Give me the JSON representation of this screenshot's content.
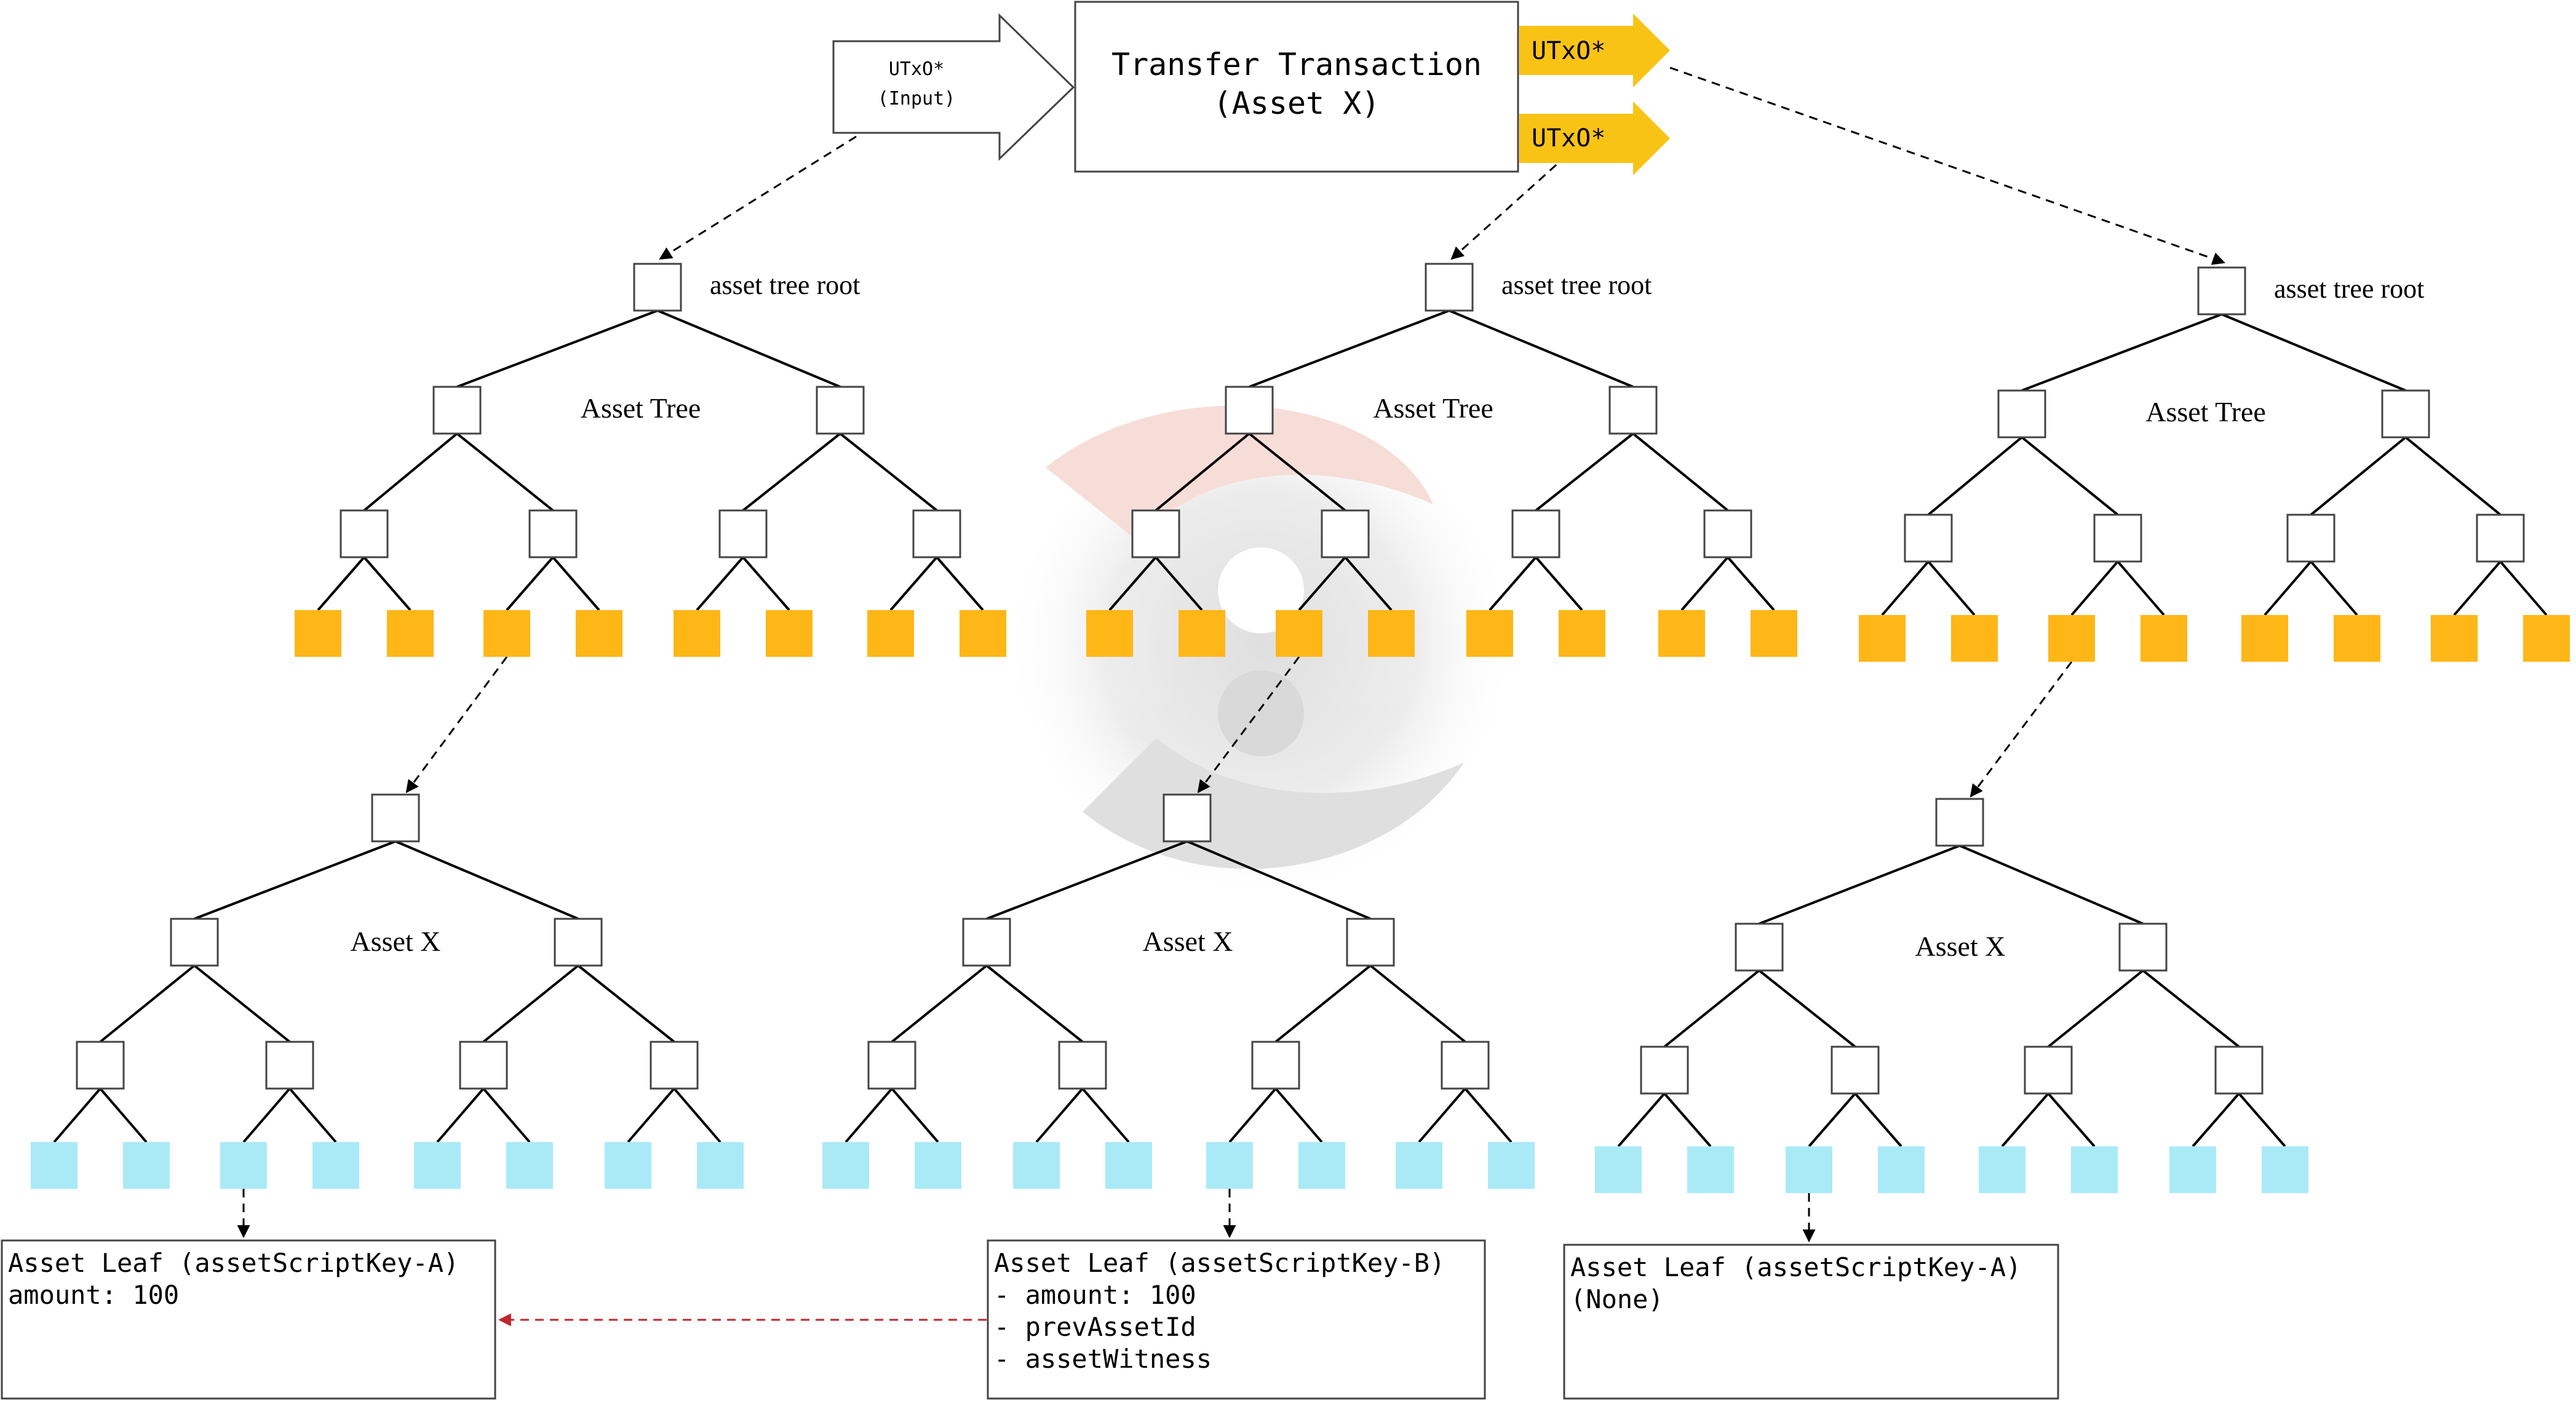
{
  "transaction": {
    "title_line1": "Transfer Transaction",
    "title_line2": "(Asset X)"
  },
  "input_arrow": {
    "line1": "UTxO*",
    "line2": "(Input)"
  },
  "output_arrows": [
    {
      "label": "UTxO*"
    },
    {
      "label": "UTxO*"
    }
  ],
  "trees": [
    {
      "root_label": "asset tree root",
      "asset_tree_label": "Asset Tree",
      "asset_label": "Asset X",
      "leaf_box": {
        "line1": "Asset Leaf (assetScriptKey-A)",
        "line2": "amount: 100",
        "line3": "",
        "line4": ""
      }
    },
    {
      "root_label": "asset tree root",
      "asset_tree_label": "Asset Tree",
      "asset_label": "Asset X",
      "leaf_box": {
        "line1": "Asset Leaf (assetScriptKey-B)",
        "line2": "- amount: 100",
        "line3": "- prevAssetId",
        "line4": "- assetWitness"
      }
    },
    {
      "root_label": "asset tree root",
      "asset_tree_label": "Asset Tree",
      "asset_label": "Asset X",
      "leaf_box": {
        "line1": "Asset Leaf (assetScriptKey-A)",
        "line2": "(None)",
        "line3": "",
        "line4": ""
      }
    }
  ],
  "colors": {
    "leaf_orange": "#FFB617",
    "leaf_blue": "#AAEAF7",
    "output_arrow": "#F9C315",
    "prev_link": "#C0272D",
    "line": "#000000"
  }
}
